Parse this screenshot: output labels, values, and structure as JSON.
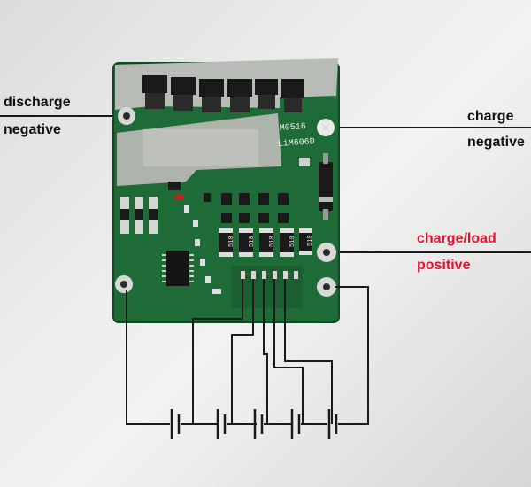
{
  "labels": {
    "discharge_line1": "discharge",
    "discharge_line2": "negative",
    "charge_line1": "charge",
    "charge_line2": "negative",
    "load_line1": "charge/load",
    "load_line2": "positive"
  },
  "board": {
    "marking_line1": "M0516",
    "marking_line2": "LiM606D",
    "resistor_code": "510"
  },
  "colors": {
    "pcb_green": "#1f6b37",
    "copper_plate": "#b8bcb6",
    "wire": "#1a1a1a",
    "load_label": "#e8102a",
    "label_text": "#111111"
  },
  "icons": [
    "mosfet-icon",
    "diode-icon",
    "ic-chip-icon",
    "resistor-icon",
    "battery-cell-icon",
    "mounting-hole-icon"
  ]
}
